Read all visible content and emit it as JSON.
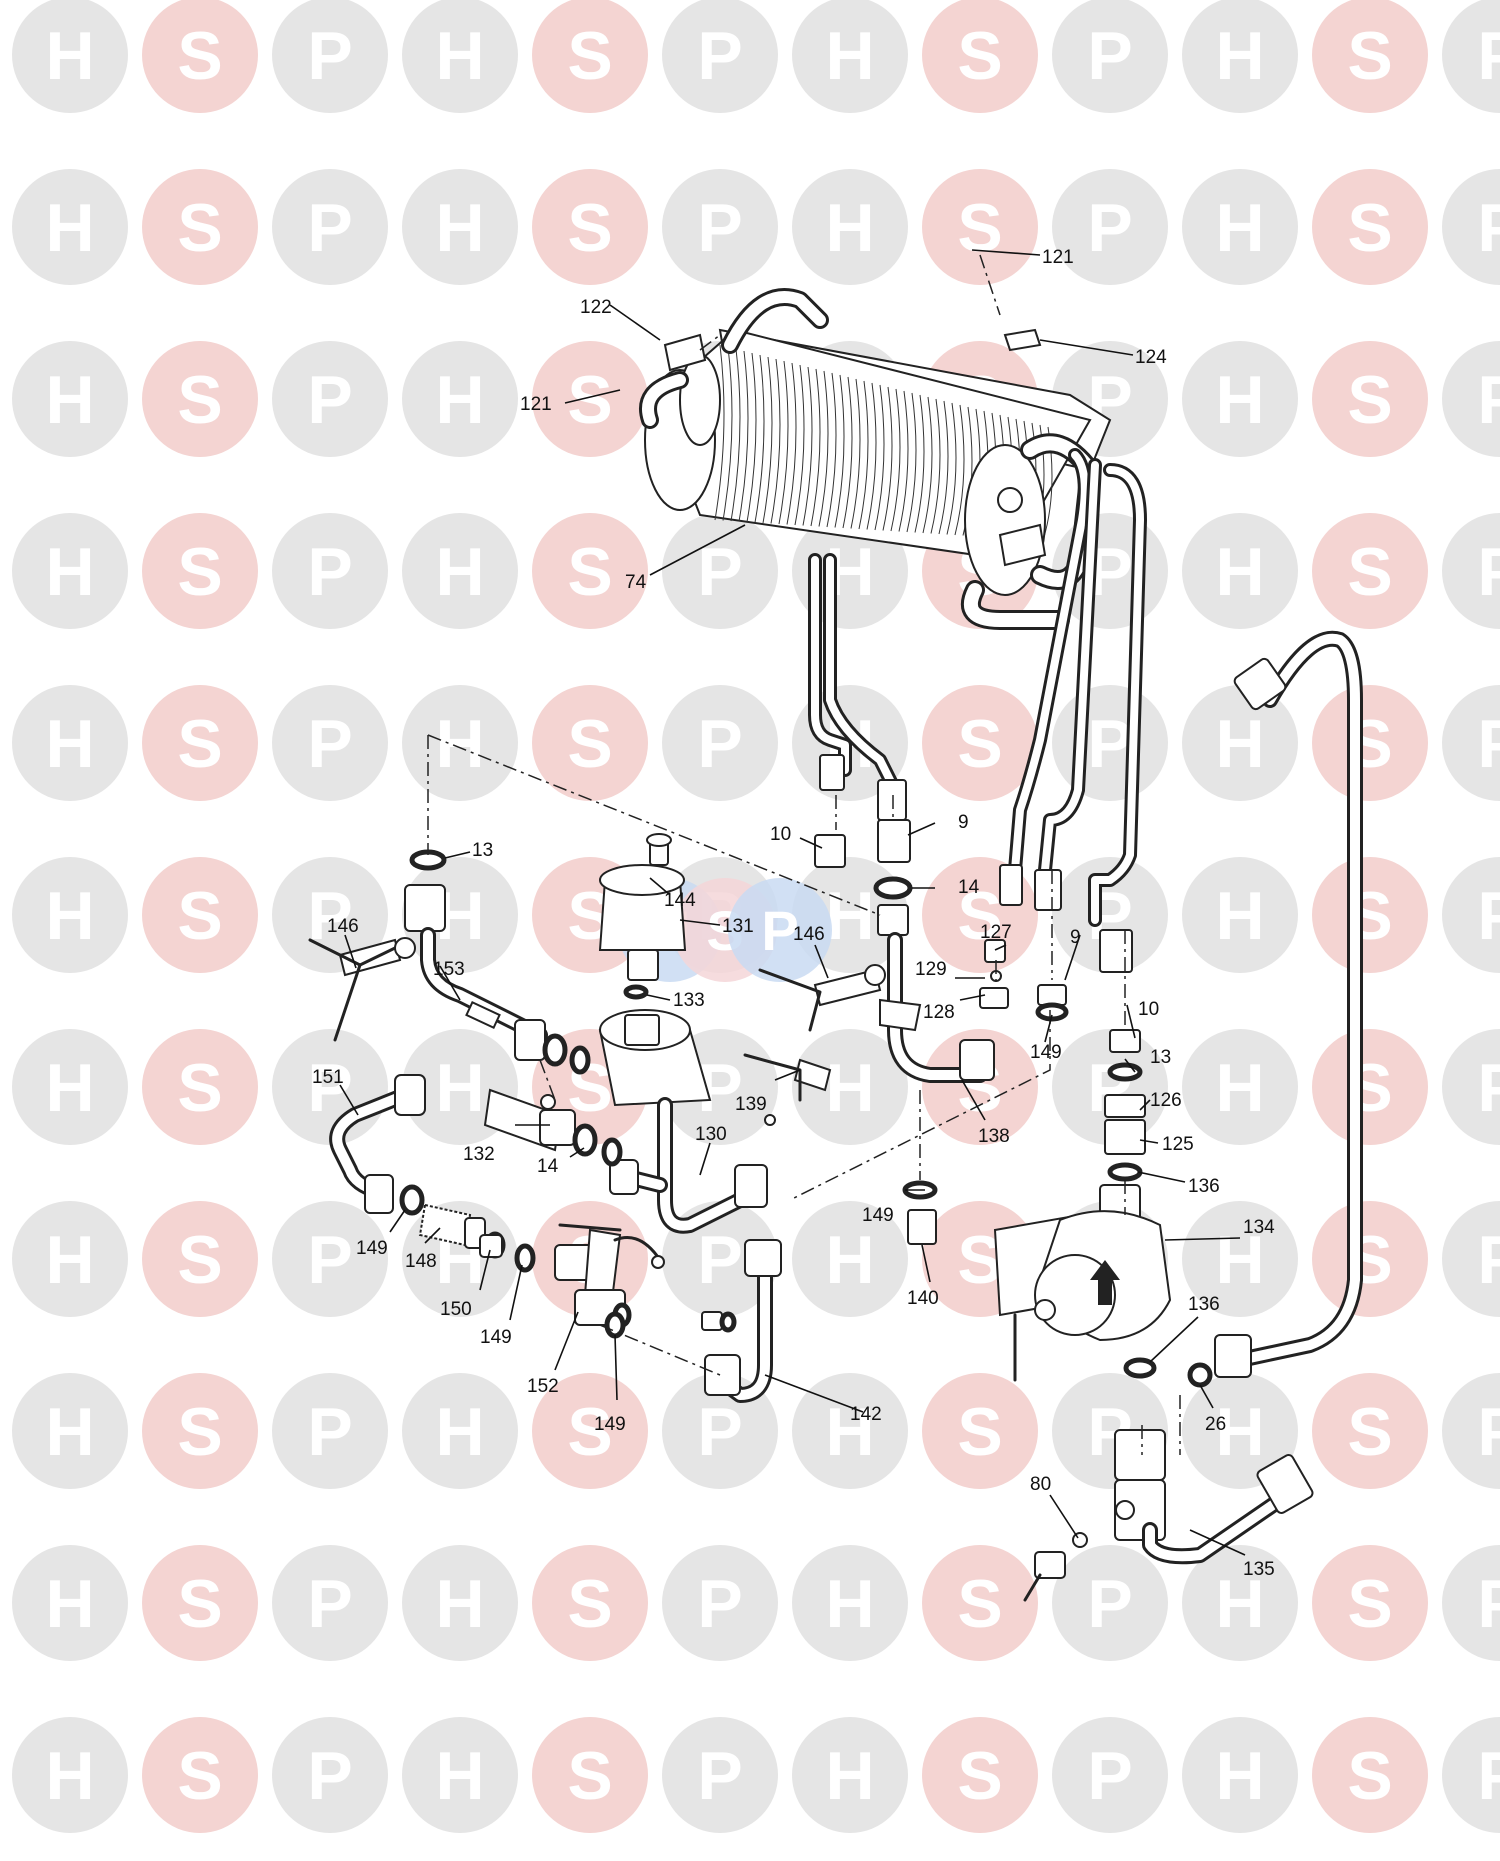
{
  "watermark": {
    "letters": [
      "H",
      "S",
      "P"
    ],
    "colors": {
      "H": "#e5e5e5",
      "S": "#f4d4d2",
      "P": "#e5e5e5",
      "letter_H": "#ffffff",
      "letter_S": "#ffffff",
      "letter_P": "#ffffff",
      "center_blue": "#c9daf2",
      "center_pink": "#f5d6d8"
    }
  },
  "diagram": {
    "line_color": "#222222",
    "labels": [
      {
        "id": "121-a",
        "text": "121"
      },
      {
        "id": "122",
        "text": "122"
      },
      {
        "id": "121-b",
        "text": "121"
      },
      {
        "id": "124",
        "text": "124"
      },
      {
        "id": "74",
        "text": "74"
      },
      {
        "id": "10-a",
        "text": "10"
      },
      {
        "id": "9-a",
        "text": "9"
      },
      {
        "id": "13-a",
        "text": "13"
      },
      {
        "id": "14-a",
        "text": "14"
      },
      {
        "id": "144",
        "text": "144"
      },
      {
        "id": "131",
        "text": "131"
      },
      {
        "id": "146-a",
        "text": "146"
      },
      {
        "id": "146-b",
        "text": "146"
      },
      {
        "id": "127",
        "text": "127"
      },
      {
        "id": "9-b",
        "text": "9"
      },
      {
        "id": "153",
        "text": "153"
      },
      {
        "id": "129",
        "text": "129"
      },
      {
        "id": "133",
        "text": "133"
      },
      {
        "id": "128",
        "text": "128"
      },
      {
        "id": "10-b",
        "text": "10"
      },
      {
        "id": "149-a",
        "text": "149"
      },
      {
        "id": "13-b",
        "text": "13"
      },
      {
        "id": "151",
        "text": "151"
      },
      {
        "id": "139",
        "text": "139"
      },
      {
        "id": "138",
        "text": "138"
      },
      {
        "id": "126",
        "text": "126"
      },
      {
        "id": "132",
        "text": "132"
      },
      {
        "id": "130",
        "text": "130"
      },
      {
        "id": "125",
        "text": "125"
      },
      {
        "id": "14-b",
        "text": "14"
      },
      {
        "id": "136-a",
        "text": "136"
      },
      {
        "id": "149-b",
        "text": "149"
      },
      {
        "id": "134",
        "text": "134"
      },
      {
        "id": "149-c",
        "text": "149"
      },
      {
        "id": "148",
        "text": "148"
      },
      {
        "id": "140",
        "text": "140"
      },
      {
        "id": "150",
        "text": "150"
      },
      {
        "id": "136-b",
        "text": "136"
      },
      {
        "id": "149-d",
        "text": "149"
      },
      {
        "id": "152",
        "text": "152"
      },
      {
        "id": "142",
        "text": "142"
      },
      {
        "id": "26",
        "text": "26"
      },
      {
        "id": "149-e",
        "text": "149"
      },
      {
        "id": "80",
        "text": "80"
      },
      {
        "id": "135",
        "text": "135"
      }
    ]
  }
}
